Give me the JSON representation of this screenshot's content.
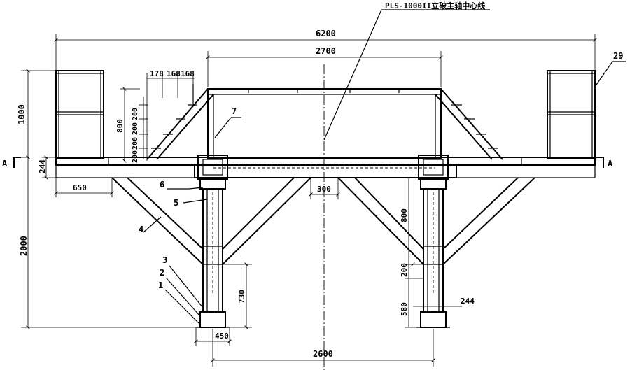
{
  "callout": {
    "centerline": "PLS-1000II立破主轴中心线"
  },
  "dimensions": {
    "overall_width": "6200",
    "inner_width": "2700",
    "step_1": "178",
    "step_2": "168",
    "step_3": "168",
    "railing_height": "1000",
    "stair_height": "800",
    "riser_1": "200",
    "riser_2": "200",
    "riser_3": "200",
    "riser_4": "200",
    "deck_depth": "244",
    "cantilever": "650",
    "column_height": "2000",
    "center_gap": "300",
    "brace_height": "800",
    "plate_spacing": "200",
    "column_span": "2600",
    "base_width": "450",
    "lower_height_left": "730",
    "lower_height_right": "580",
    "column_width": "244"
  },
  "section_marks": {
    "left": "A",
    "right": "A"
  },
  "part_labels": [
    "1",
    "2",
    "3",
    "4",
    "5",
    "6",
    "7",
    "29"
  ]
}
